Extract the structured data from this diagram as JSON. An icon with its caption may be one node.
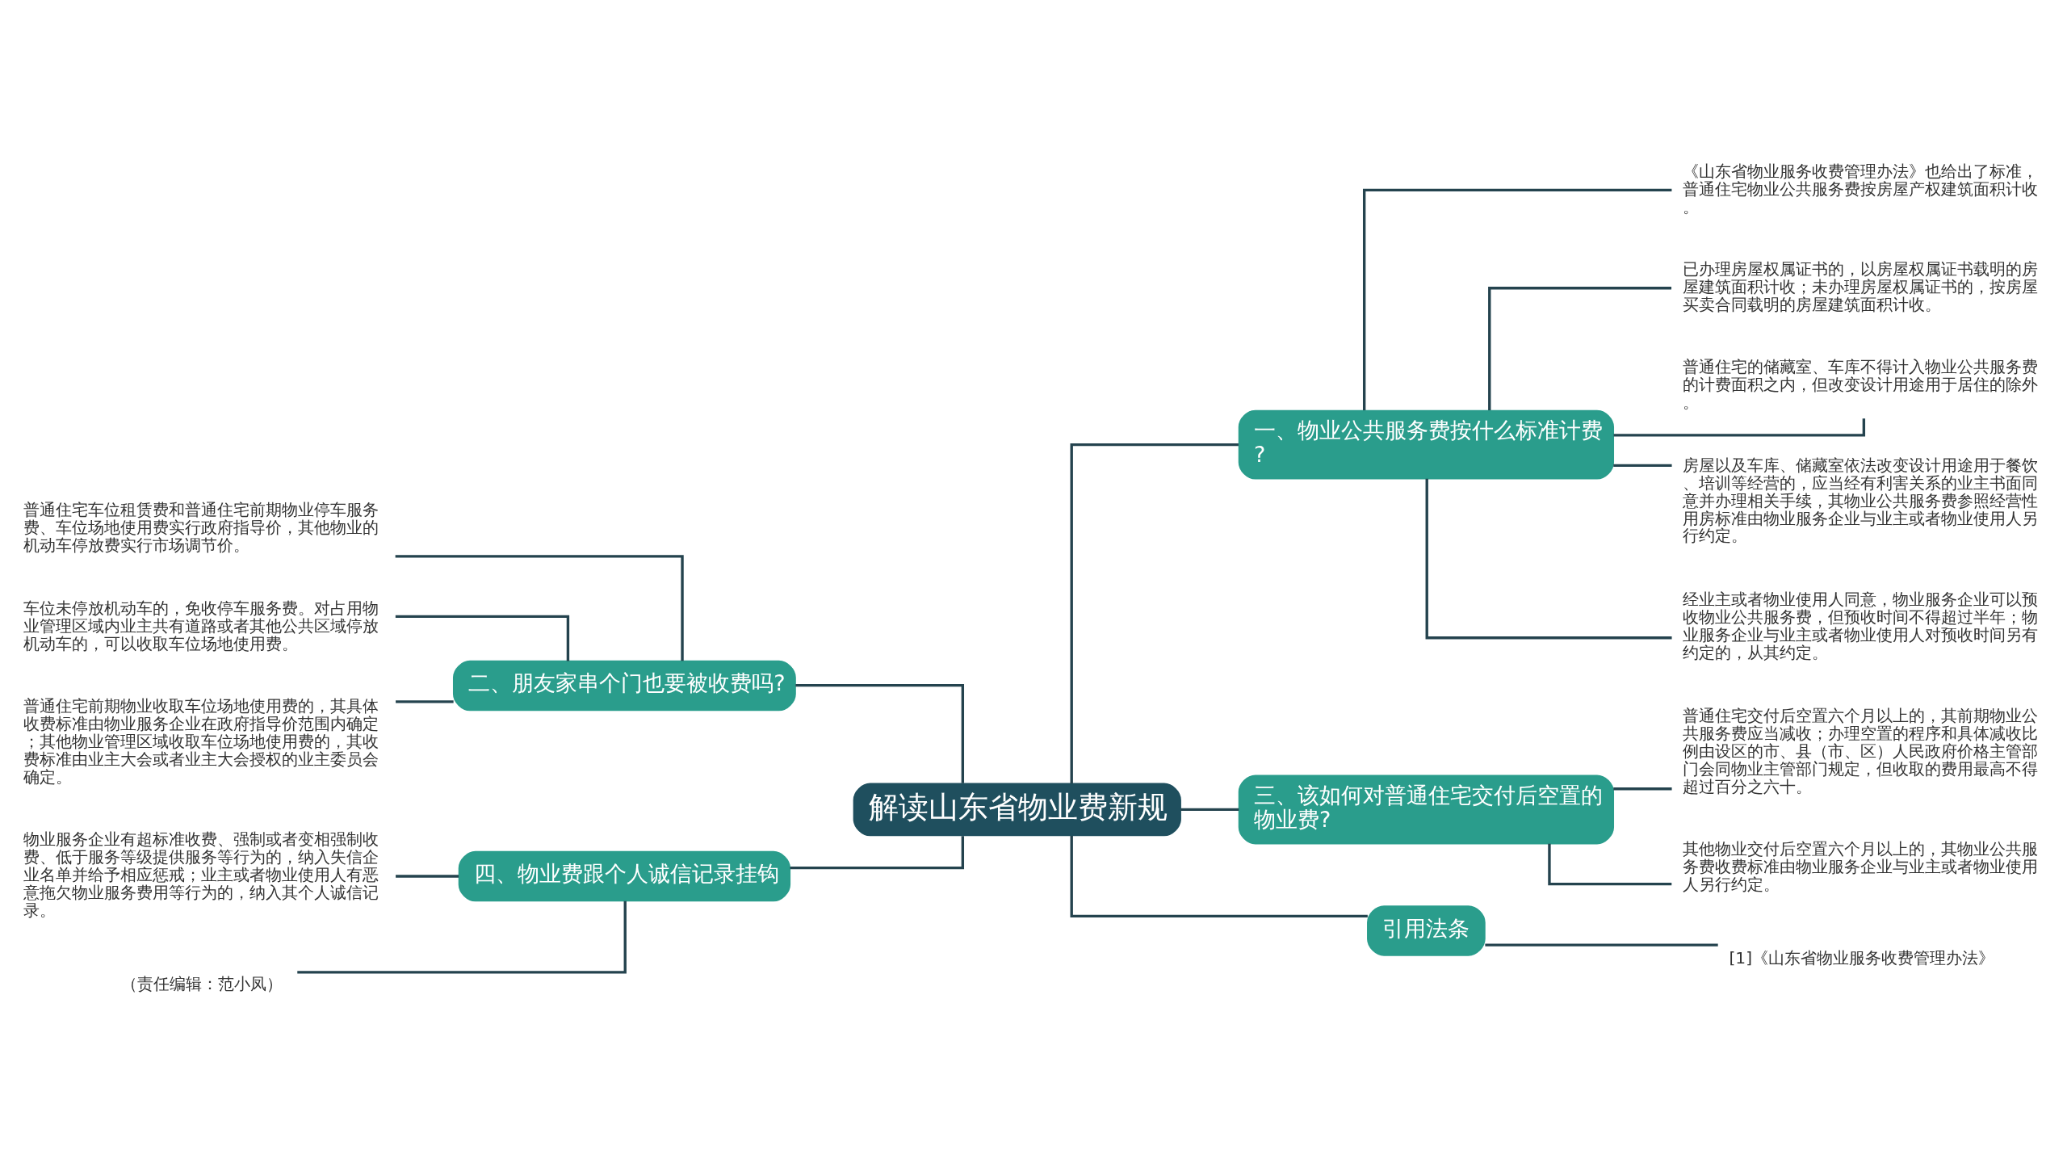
{
  "diagram": {
    "nodes": [
      {
        "text": [
          "解读山东省物业费新规"
        ]
      },
      {
        "text": [
          "一、物业公共服务费按什么标准计费?"
        ]
      },
      {
        "text": [
          "《山东省物业服务收费管理办法》也给出了标准，普通住宅物业公共服务费按房屋产权建筑面积计收。"
        ]
      },
      {
        "text": [
          "已办理房屋权属证书的，以房屋权属证书载明的房屋建筑面积计收；未办理房屋权属证书的，按房屋买卖合同载明的房屋建筑面积计收。"
        ]
      },
      {
        "text": [
          "普通住宅的储藏室、车库不得计入物业公共服务费的计费面积之内，但改变设计用途用于居住的除外。"
        ]
      },
      {
        "text": [
          "房屋以及车库、储藏室依法改变设计用途用于餐饮、培训等经营的，应当经有利害关系的业主书面同意并办理相关手续，其物业公共服务费参照经营性用房标准由物业服务企业与业主或者物业使用人另行约定。"
        ]
      },
      {
        "text": [
          "经业主或者物业使用人同意，物业服务企业可以预收物业公共服务费，但预收时间不得超过半年；物业服务企业与业主或者物业使用人对预收时间另有约定的，从其约定。"
        ]
      },
      {
        "text": [
          "三、该如何对普通住宅交付后空置的物业费?"
        ]
      },
      {
        "text": [
          "普通住宅交付后空置六个月以上的，其前期物业公共服务费应当减收；办理空置的程序和具体减收比例由设区的市、县（市、区）人民政府价格主管部门会同物业主管部门规定，但收取的费用最高不得超过百分之六十。"
        ]
      },
      {
        "text": [
          "其他物业交付后空置六个月以上的，其物业公共服务费收费标准由物业服务企业与业主或者物业使用人另行约定。"
        ]
      },
      {
        "text": [
          "引用法条"
        ]
      },
      {
        "text": [
          "[1]《山东省物业服务收费管理办法》"
        ]
      },
      {
        "text": [
          "二、朋友家串个门也要被收费吗?"
        ]
      },
      {
        "text": [
          "普通住宅车位租赁费和普通住宅前期物业停车服务费、车位场地使用费实行政府指导价，其他物业的机动车停放费实行市场调节价。"
        ]
      },
      {
        "text": [
          "车位未停放机动车的，免收停车服务费。对占用物业管理区域内业主共有道路或者其他公共区域停放机动车的，可以收取车位场地使用费。"
        ]
      },
      {
        "text": [
          "普通住宅前期物业收取车位场地使用费的，其具体收费标准由物业服务企业在政府指导价范围内确定；其他物业管理区域收取车位场地使用费的，其收费标准由业主大会或者业主大会授权的业主委员会确定。"
        ]
      },
      {
        "text": [
          "四、物业费跟个人诚信记录挂钩"
        ]
      },
      {
        "text": [
          "物业服务企业有超标准收费、强制或者变相强制收费、低于服务等级提供服务等行为的，纳入失信企业名单并给予相应惩戒；业主或者物业使用人有恶意拖欠物业服务费用等行为的，纳入其个人诚信记录。"
        ]
      },
      {
        "text": [
          "（责任编辑：范小凤）"
        ]
      }
    ],
    "edges": [
      {
        "from": 0,
        "to": 1,
        "arrow": "none"
      },
      {
        "from": 1,
        "to": 2,
        "arrow": "none"
      },
      {
        "from": 1,
        "to": 3,
        "arrow": "none"
      },
      {
        "from": 1,
        "to": 4,
        "arrow": "none"
      },
      {
        "from": 1,
        "to": 5,
        "arrow": "none"
      },
      {
        "from": 1,
        "to": 6,
        "arrow": "none"
      },
      {
        "from": 0,
        "to": 7,
        "arrow": "none"
      },
      {
        "from": 7,
        "to": 8,
        "arrow": "none"
      },
      {
        "from": 7,
        "to": 9,
        "arrow": "none"
      },
      {
        "from": 0,
        "to": 10,
        "arrow": "none"
      },
      {
        "from": 10,
        "to": 11,
        "arrow": "none"
      },
      {
        "from": 0,
        "to": 12,
        "arrow": "none"
      },
      {
        "from": 12,
        "to": 13,
        "arrow": "none"
      },
      {
        "from": 12,
        "to": 14,
        "arrow": "none"
      },
      {
        "from": 12,
        "to": 15,
        "arrow": "none"
      },
      {
        "from": 0,
        "to": 16,
        "arrow": "none"
      },
      {
        "from": 16,
        "to": 17,
        "arrow": "none"
      },
      {
        "from": 16,
        "to": 18,
        "arrow": "none"
      }
    ]
  }
}
